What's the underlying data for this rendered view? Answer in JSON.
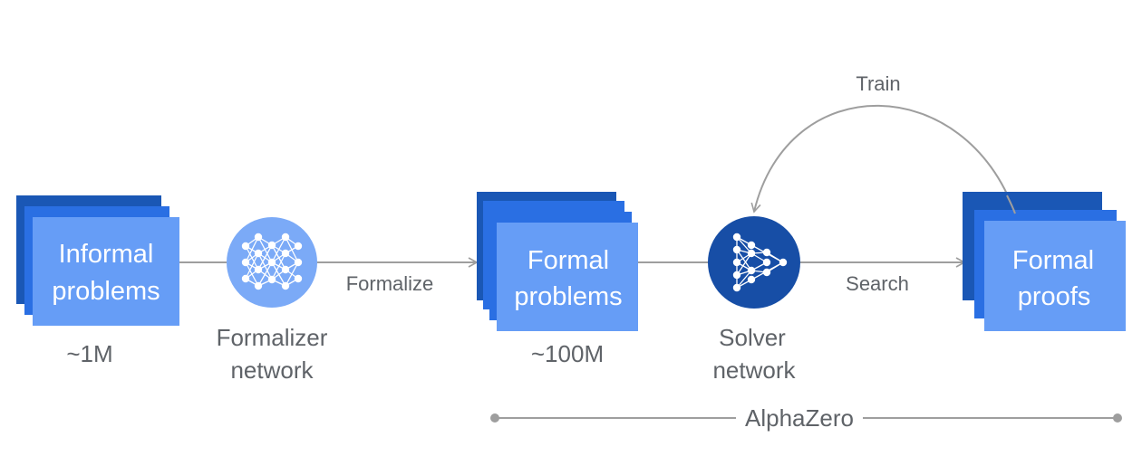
{
  "colors": {
    "stack_back": "#1a57b5",
    "stack_mid": "#2a6fe3",
    "stack_front": "#669df6",
    "formalizer_circle": "#7baaf7",
    "solver_circle": "#174ea6",
    "arrow": "#9e9e9e",
    "label_text": "#5f6368",
    "card_text": "#ffffff"
  },
  "icons": {
    "formalizer": "neural-network-icon",
    "solver": "neural-network-play-icon"
  },
  "nodes": {
    "informal": {
      "line1": "Informal",
      "line2": "problems",
      "count": "~1M"
    },
    "formalizer": {
      "line1": "Formalizer",
      "line2": "network"
    },
    "formal": {
      "line1": "Formal",
      "line2": "problems",
      "count": "~100M"
    },
    "solver": {
      "line1": "Solver",
      "line2": "network"
    },
    "proofs": {
      "line1": "Formal",
      "line2": "proofs"
    }
  },
  "edges": {
    "formalize": "Formalize",
    "search": "Search",
    "train": "Train"
  },
  "span": {
    "label": "AlphaZero"
  }
}
